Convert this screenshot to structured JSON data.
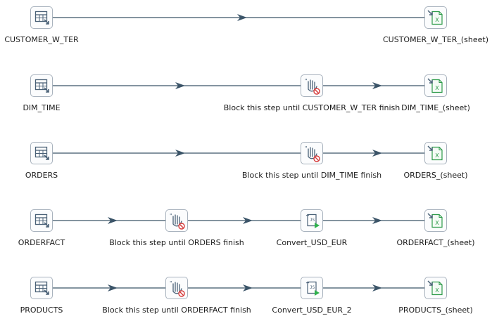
{
  "rows": [
    {
      "steps": [
        {
          "type": "table_input",
          "label": "CUSTOMER_W_TER"
        },
        {
          "type": "excel_output",
          "label": "CUSTOMER_W_TER_(sheet)"
        }
      ]
    },
    {
      "steps": [
        {
          "type": "table_input",
          "label": "DIM_TIME"
        },
        {
          "type": "blocking",
          "label": "Block this step until CUSTOMER_W_TER finish"
        },
        {
          "type": "excel_output",
          "label": "DIM_TIME_(sheet)"
        }
      ]
    },
    {
      "steps": [
        {
          "type": "table_input",
          "label": "ORDERS"
        },
        {
          "type": "blocking",
          "label": "Block this step until DIM_TIME finish"
        },
        {
          "type": "excel_output",
          "label": "ORDERS_(sheet)"
        }
      ]
    },
    {
      "steps": [
        {
          "type": "table_input",
          "label": "ORDERFACT"
        },
        {
          "type": "blocking",
          "label": "Block this step until ORDERS finish"
        },
        {
          "type": "script",
          "label": "Convert_USD_EUR"
        },
        {
          "type": "excel_output",
          "label": "ORDERFACT_(sheet)"
        }
      ]
    },
    {
      "steps": [
        {
          "type": "table_input",
          "label": "PRODUCTS"
        },
        {
          "type": "blocking",
          "label": "Block this step until ORDERFACT finish"
        },
        {
          "type": "script",
          "label": "Convert_USD_EUR_2"
        },
        {
          "type": "excel_output",
          "label": "PRODUCTS_(sheet)"
        }
      ]
    }
  ],
  "colors": {
    "hop": "#3b5468",
    "icon_border": "#a8b2bd",
    "table_icon": "#4a6177",
    "excel_green": "#2e9b4a",
    "stop_red": "#d63a3a",
    "script_green": "#2fb24c"
  }
}
